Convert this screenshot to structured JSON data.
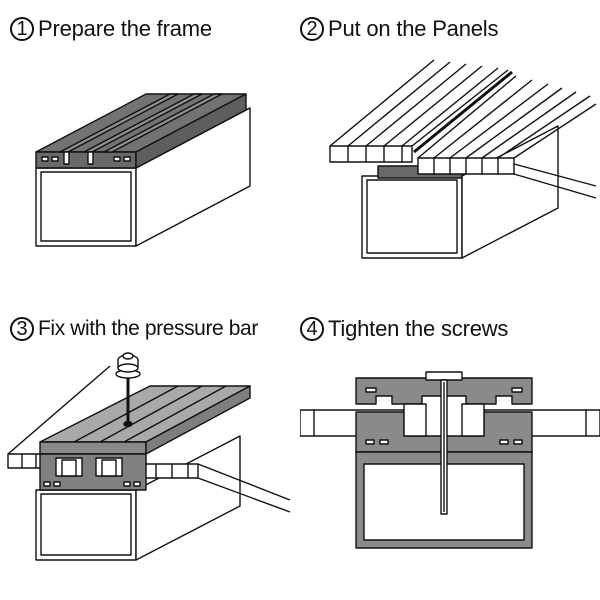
{
  "steps": [
    {
      "number": "1",
      "title": "Prepare the frame"
    },
    {
      "number": "2",
      "title": "Put on the Panels"
    },
    {
      "number": "3",
      "title": "Fix with the pressure bar"
    },
    {
      "number": "4",
      "title": "Tighten the screws"
    }
  ],
  "colors": {
    "line": "#111111",
    "profile_dark": "#6e6e70",
    "profile_mid": "#8c8c8e",
    "pressure_bar": "#a6a6a8",
    "background": "#ffffff"
  }
}
